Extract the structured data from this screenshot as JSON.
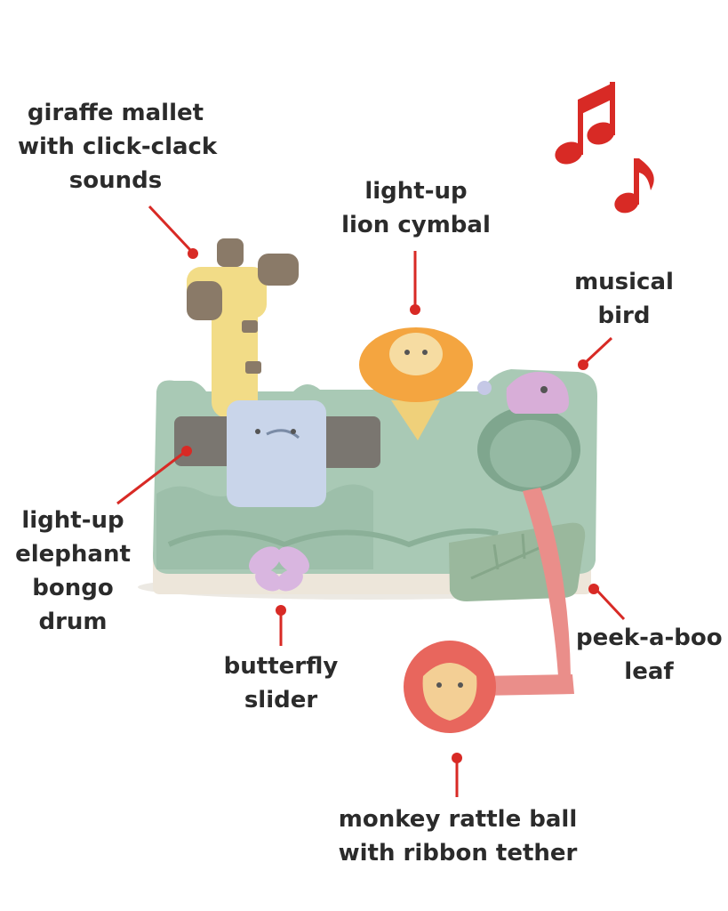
{
  "colors": {
    "accent_red": "#d82a25",
    "base_green": "#a9c9b5",
    "label_text": "#2b2b2b"
  },
  "labels": {
    "giraffe_mallet": [
      "giraffe mallet",
      "with click-clack",
      "sounds"
    ],
    "lion_cymbal": [
      "light-up",
      "lion cymbal"
    ],
    "musical_bird": [
      "musical",
      "bird"
    ],
    "elephant_bongo": [
      "light-up",
      "elephant",
      "bongo",
      "drum"
    ],
    "butterfly_slider": [
      "butterfly",
      "slider"
    ],
    "peekaboo_leaf": [
      "peek-a-boo",
      "leaf"
    ],
    "monkey_ball": [
      "monkey rattle ball",
      "with ribbon tether"
    ]
  },
  "icons": [
    "music-note-icon",
    "music-note-icon"
  ]
}
